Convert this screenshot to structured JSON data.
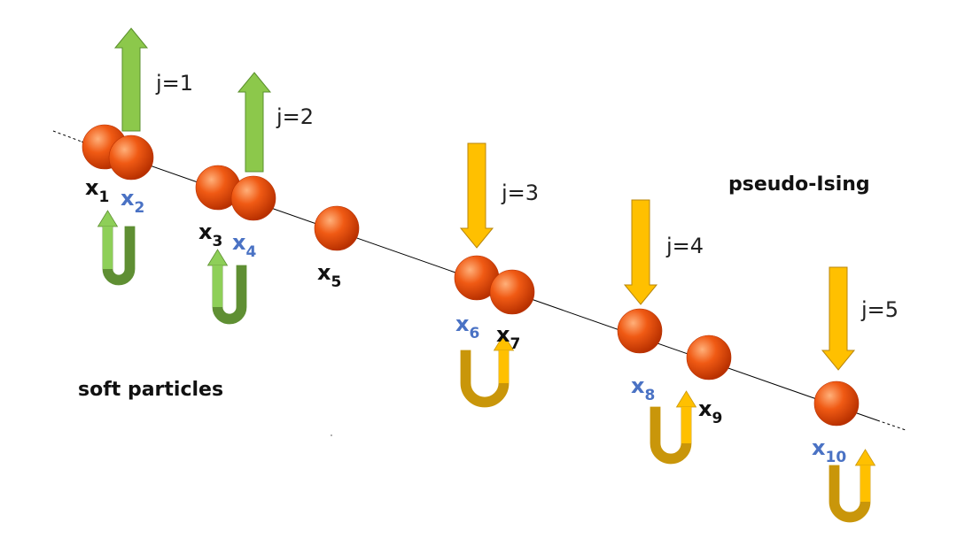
{
  "captions": {
    "pseudo_ising": "pseudo-Ising",
    "soft_particles": "soft particles"
  },
  "colors": {
    "chain_line": "#000000",
    "particle": "#f05a14",
    "particle_dark": "#b83000",
    "particle_light": "#ffb07a",
    "spin_up_fill": "#8cc84b",
    "spin_up_stroke": "#5a8f2c",
    "spin_down_fill": "#ffc000",
    "spin_down_stroke": "#b8860b",
    "loop_green_light": "#8ecf58",
    "loop_green_dark": "#5f8f33",
    "loop_gold_light": "#ffc000",
    "loop_gold_dark": "#c9960a",
    "label_black": "#111111",
    "label_blue": "#4a72c4"
  },
  "spins": [
    {
      "j_label": "j=1",
      "direction": "up"
    },
    {
      "j_label": "j=2",
      "direction": "up"
    },
    {
      "j_label": "j=3",
      "direction": "down"
    },
    {
      "j_label": "j=4",
      "direction": "down"
    },
    {
      "j_label": "j=5",
      "direction": "down"
    }
  ],
  "particles": [
    {
      "base": "x",
      "sub": "1",
      "label_color": "black"
    },
    {
      "base": "x",
      "sub": "2",
      "label_color": "blue"
    },
    {
      "base": "x",
      "sub": "3",
      "label_color": "black"
    },
    {
      "base": "x",
      "sub": "4",
      "label_color": "blue"
    },
    {
      "base": "x",
      "sub": "5",
      "label_color": "black"
    },
    {
      "base": "x",
      "sub": "6",
      "label_color": "blue"
    },
    {
      "base": "x",
      "sub": "7",
      "label_color": "black"
    },
    {
      "base": "x",
      "sub": "8",
      "label_color": "blue"
    },
    {
      "base": "x",
      "sub": "9",
      "label_color": "black"
    },
    {
      "base": "x",
      "sub": "10",
      "label_color": "blue"
    }
  ],
  "rotation_loops": [
    {
      "icon": "counterclockwise-loop-icon",
      "color": "green"
    },
    {
      "icon": "counterclockwise-loop-icon",
      "color": "green"
    },
    {
      "icon": "clockwise-loop-icon",
      "color": "gold"
    },
    {
      "icon": "clockwise-loop-icon",
      "color": "gold"
    },
    {
      "icon": "clockwise-loop-icon",
      "color": "gold"
    }
  ]
}
